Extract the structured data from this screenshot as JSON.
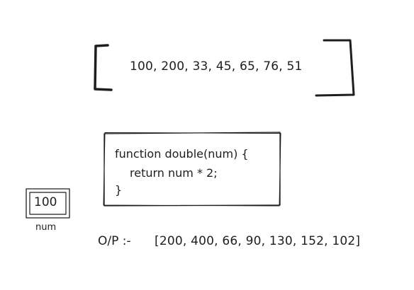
{
  "input_array": {
    "values": "100, 200, 33, 45, 65, 76, 51"
  },
  "function_box": {
    "line1": "function double(num) {",
    "line2": "return num * 2;",
    "line3": "}"
  },
  "variable_box": {
    "value": "100",
    "label": "num"
  },
  "output": {
    "prefix": "O/P :-",
    "values": "[200, 400, 66, 90, 130, 152, 102]"
  },
  "colors": {
    "ink": "#1e1e1e",
    "background": "#ffffff"
  }
}
